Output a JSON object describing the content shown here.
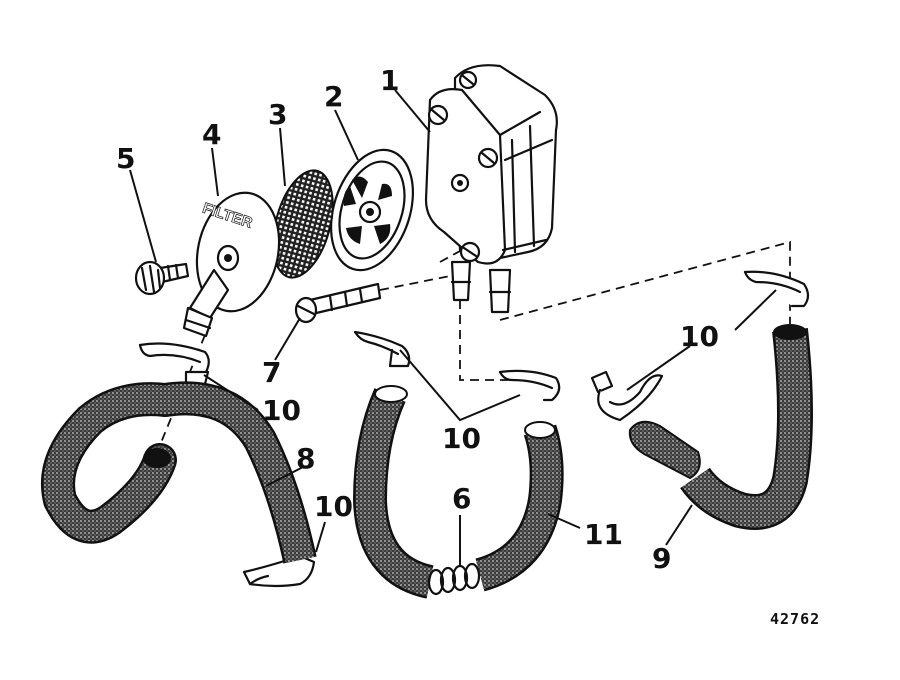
{
  "diagram": {
    "callouts": {
      "c1": "1",
      "c2": "2",
      "c3": "3",
      "c4": "4",
      "c5": "5",
      "c6": "6",
      "c7": "7",
      "c8": "8",
      "c9": "9",
      "c10a": "10",
      "c10b": "10",
      "c10c": "10",
      "c10d": "10",
      "c11": "11"
    },
    "filter_cover_text": "FILTER",
    "figure_number": "42762"
  }
}
